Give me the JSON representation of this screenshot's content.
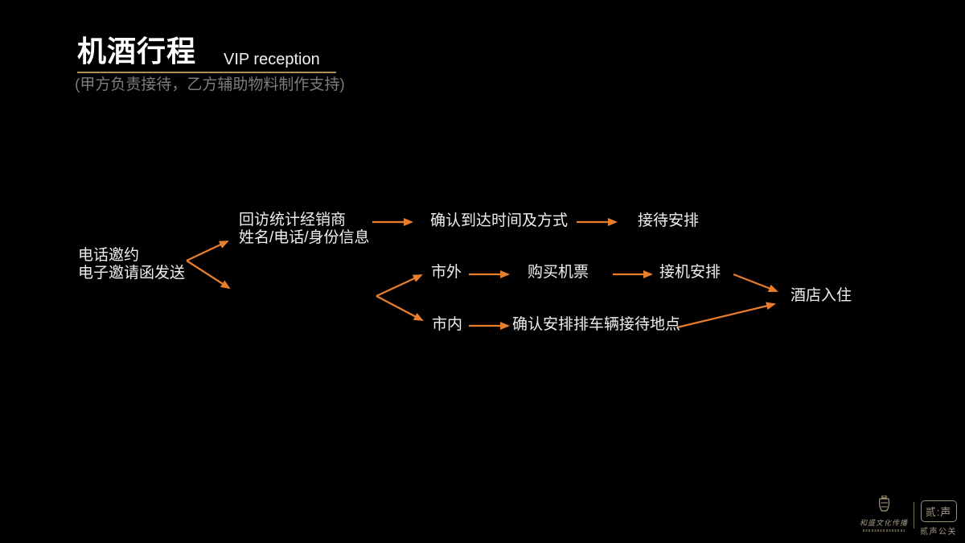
{
  "colors": {
    "accent": "#E87D2B",
    "gold": "#A89058",
    "text": "#EFEFEF",
    "muted": "#7D7D7D",
    "logo": "#A59A86"
  },
  "header": {
    "title": "机酒行程",
    "title_en": "VIP reception",
    "note": "(甲方负责接待，乙方辅助物料制作支持)"
  },
  "flow": {
    "invite_line1": "电话邀约",
    "invite_line2": "电子邀请函发送",
    "followup_line1": "回访统计经销商",
    "followup_line2": "姓名/电话/身份信息",
    "confirm_arrival": "确认到达时间及方式",
    "reception_plan": "接待安排",
    "out_of_town": "市外",
    "buy_ticket": "购买机票",
    "airport_pickup": "接机安排",
    "in_town": "市内",
    "vehicle_point": "确认安排排车辆接待地点",
    "hotel_checkin": "酒店入住"
  },
  "footer": {
    "hesheng_script": "和盛文化传播",
    "ersheng_seal": "贰:声",
    "ersheng_label": "贰声公关"
  }
}
